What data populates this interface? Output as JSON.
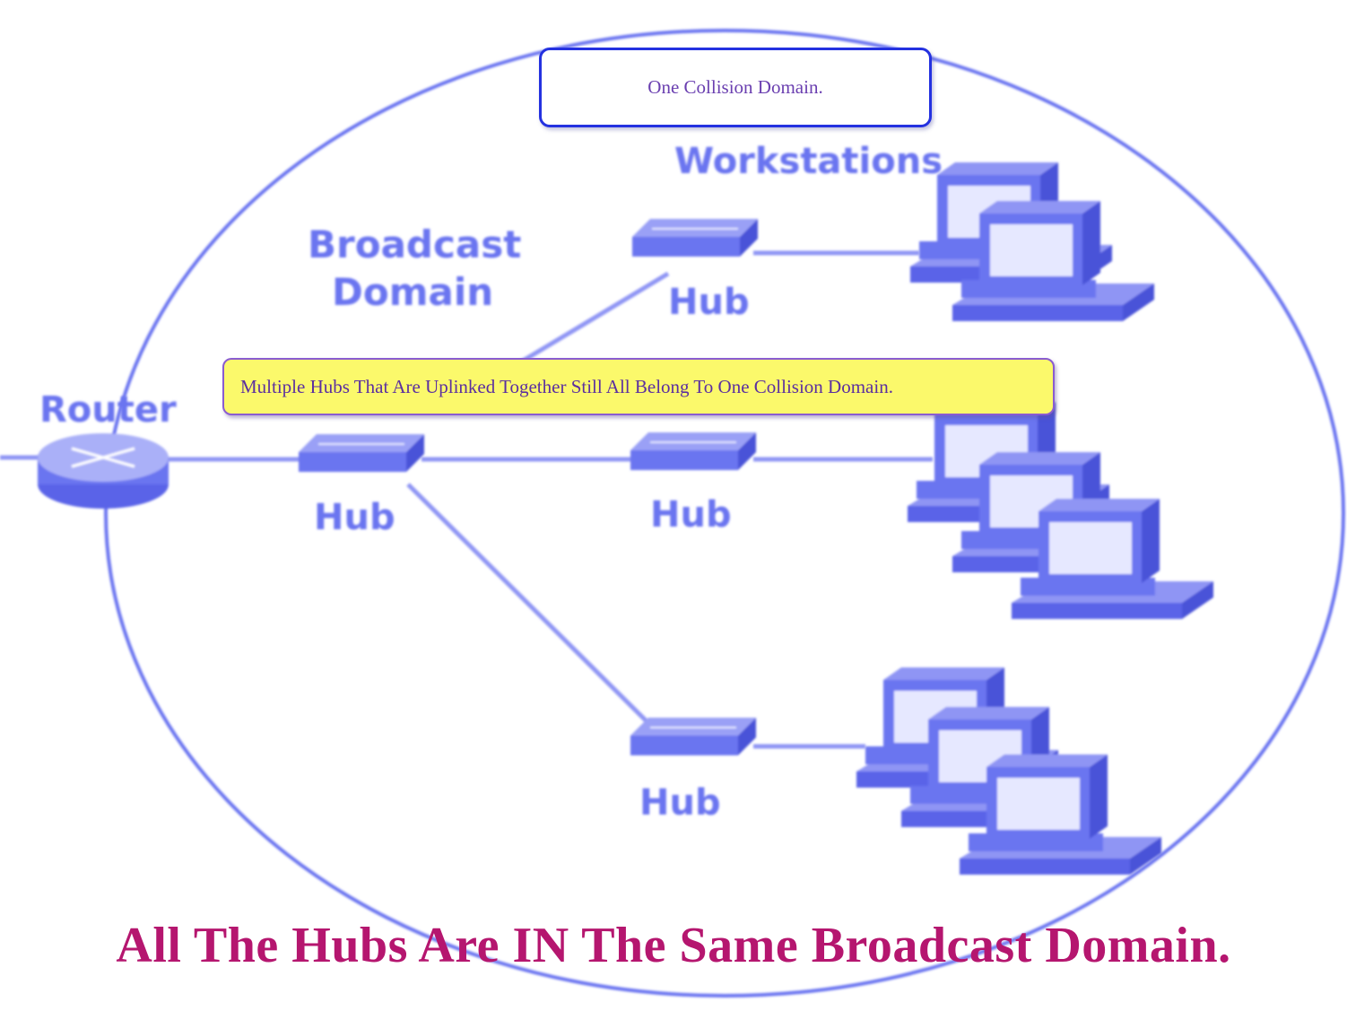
{
  "labels": {
    "workstations": "Workstations",
    "broadcast_line1": "Broadcast",
    "broadcast_line2": "Domain",
    "router": "Router",
    "hub": "Hub"
  },
  "callouts": {
    "top": "One Collision Domain.",
    "middle": "Multiple Hubs That Are Uplinked Together Still All Belong To One Collision Domain."
  },
  "footer": {
    "title": "All The Hubs Are IN The Same Broadcast Domain."
  },
  "colors": {
    "accent": "#6b74f0",
    "device_light": "#e6e8ff",
    "device_dark": "#5a63e8",
    "callout_yellow": "#fbf96b",
    "footer_text": "#b5166f"
  }
}
